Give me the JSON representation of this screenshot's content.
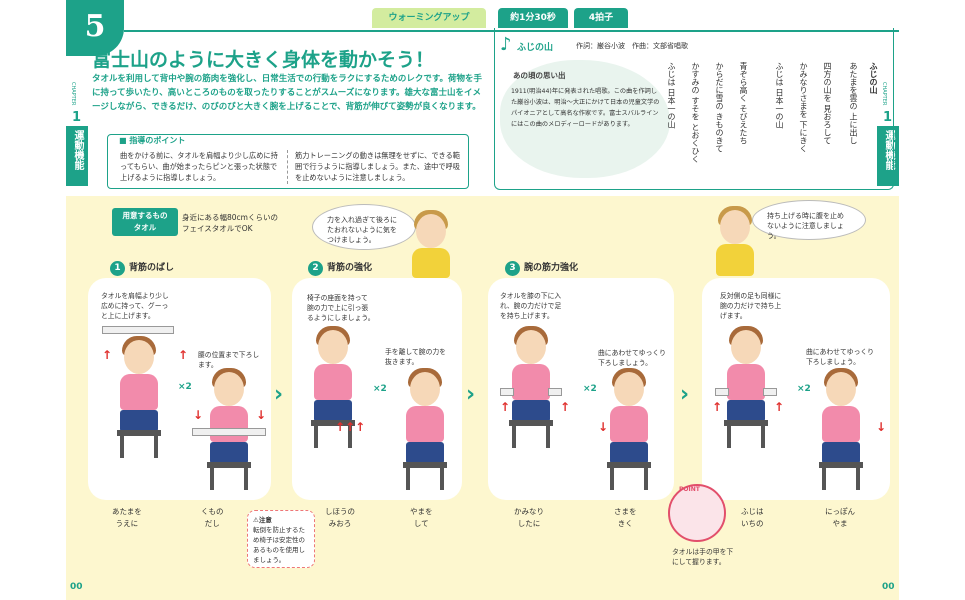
{
  "header": {
    "lesson_number": "5",
    "tag_category": "ウォーミングアップ",
    "tag_time": "約1分30秒",
    "tag_beat": "4拍子",
    "title": "富士山のように大きく身体を動かそう！",
    "intro": "タオルを利用して背中や腕の筋肉を強化し、日常生活での行動をラクにするためのレクです。荷物を手に持って歩いたり、高いところのものを取ったりすることがスムーズになります。雄大な富士山をイメージしながら、できるだけ、のびのびと大きく腕を上げることで、背筋が伸びて姿勢が良くなります。"
  },
  "side": {
    "chapter_label": "CHAPTER",
    "chapter_number": "1",
    "tab_label": "運動機能",
    "page_left": "00",
    "page_right": "00"
  },
  "guidance": {
    "title": "指導のポイント",
    "col1": "曲をかける前に、タオルを肩幅より少し広めに持ってもらい、曲が始まったらピンと張った状態で上げるように指導しましょう。",
    "col2": "筋力トレーニングの動きは無理をせずに、できる範囲で行うように指導しましょう。また、途中で呼吸を止めないように注意しましょう。"
  },
  "song": {
    "title": "ふじの山",
    "credit": "作詞：巌谷小波　作曲：文部省唱歌",
    "memory_title": "あの頃の思い出",
    "memory_text": "1911(明治44)年に発表された唱歌。この曲を作詞した巌谷小波は、明治～大正にかけて日本の児童文学のパイオニアとして高名な作家です。富士スバルラインにはこの曲のメロディーロードがあります。",
    "lyrics_title": "ふじの山",
    "lyrics": [
      "あたまを雲の 上に出し",
      "四方の山を 見おろして",
      "かみなりさまを 下にきく",
      "ふじは 日本一の山",
      "青ぞら高く そびえたち",
      "からだに雪の きものきて",
      "かすみの すそを とおくひく",
      "ふじは 日本一の山"
    ]
  },
  "materials": {
    "label": "用意するもの\nタオル",
    "text": "身近にある幅80cmくらいの\nフェイスタオルでOK"
  },
  "bubbles": {
    "left": "力を入れ過ぎて後ろに\nたおれないように気を\nつけましょう。",
    "right": "持ち上げる時に腹を止め\nないように注意しましょう。"
  },
  "steps": [
    {
      "num": "1",
      "title": "背筋のばし",
      "text_a": "タオルを肩幅より少し\n広めに持って、グーっ\nと上に上げます。",
      "text_b": "腰の位置まで下ろし\nます。",
      "lyric_a": "あたまを\nうえに",
      "lyric_b": "くもの\nだし",
      "repeat": "×2"
    },
    {
      "num": "2",
      "title": "背筋の強化",
      "text_a": "椅子の座面を持って\n腕の力で上に引っ張\nるようにしましょう。",
      "text_b": "手を離して腕の力を\n抜きます。",
      "lyric_a": "しほうの\nみおろ",
      "lyric_b": "やまを\nして",
      "repeat": "×2"
    },
    {
      "num": "3",
      "title": "腕の筋力強化",
      "text_a": "タオルを膝の下に入\nれ、腕の力だけで足\nを持ち上げます。",
      "text_b": "曲にあわせてゆっくり\n下ろしましょう。",
      "lyric_a": "かみなり\nしたに",
      "lyric_b": "さまを\nきく",
      "repeat": "×2"
    },
    {
      "num": "",
      "title": "",
      "text_a": "反対側の足も同様に\n腕の力だけで持ち上\nげます。",
      "text_b": "曲にあわせてゆっくり\n下ろしましょう。",
      "lyric_a": "ふじは\nいちの",
      "lyric_b": "にっぽん\nやま",
      "repeat": "×2"
    }
  ],
  "caution": {
    "title": "注意",
    "text": "転倒を防止するため椅子は安定性のあるものを使用しましょう。"
  },
  "point": {
    "label": "POINT",
    "text": "タオルは手の甲を下にして握ります。"
  },
  "colors": {
    "accent": "#1da289",
    "panel_bg": "#fdf7cf",
    "shirt": "#f28bab",
    "pants": "#2d4b8c",
    "arrow": "#e0312f"
  }
}
